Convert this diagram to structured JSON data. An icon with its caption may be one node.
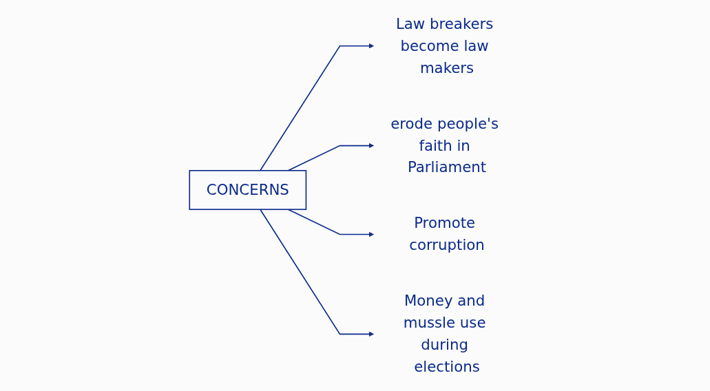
{
  "diagram": {
    "nodes": [
      {
        "text": [
          "CONCERNS"
        ]
      },
      {
        "text": [
          "Law breakers become law makers"
        ]
      },
      {
        "text": [
          "erode people's faith in Parliament"
        ]
      },
      {
        "text": [
          "Promote corruption"
        ]
      },
      {
        "text": [
          "Money and mussle use during elections"
        ]
      }
    ],
    "edges": [
      {
        "from": 0,
        "to": 1,
        "arrow": "to"
      },
      {
        "from": 0,
        "to": 2,
        "arrow": "to"
      },
      {
        "from": 0,
        "to": 3,
        "arrow": "to"
      },
      {
        "from": 0,
        "to": 4,
        "arrow": "to"
      }
    ]
  }
}
